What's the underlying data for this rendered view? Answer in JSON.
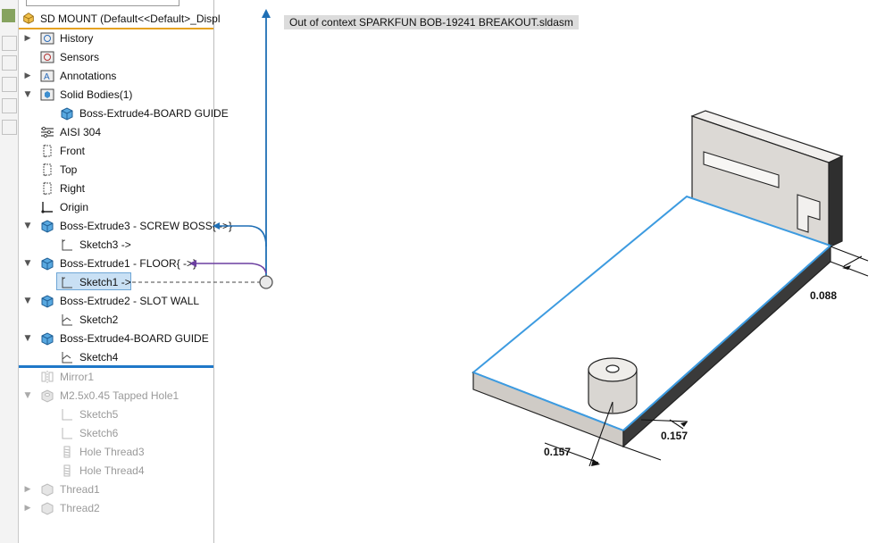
{
  "tree": {
    "root_label": "SD MOUNT  (Default<<Default>_Displ",
    "items": [
      {
        "label": "History"
      },
      {
        "label": "Sensors"
      },
      {
        "label": "Annotations"
      },
      {
        "label": "Solid Bodies(1)"
      },
      {
        "label": "Boss-Extrude4-BOARD GUIDE"
      },
      {
        "label": "AISI 304"
      },
      {
        "label": "Front"
      },
      {
        "label": "Top"
      },
      {
        "label": "Right"
      },
      {
        "label": "Origin"
      },
      {
        "label": "Boss-Extrude3 - SCREW BOSS{ ->}"
      },
      {
        "label": "Sketch3 ->"
      },
      {
        "label": "Boss-Extrude1 - FLOOR{ ->}"
      },
      {
        "label": "Sketch1 ->"
      },
      {
        "label": "Boss-Extrude2 - SLOT WALL"
      },
      {
        "label": "Sketch2"
      },
      {
        "label": "Boss-Extrude4-BOARD GUIDE"
      },
      {
        "label": "Sketch4"
      },
      {
        "label": "Mirror1"
      },
      {
        "label": "M2.5x0.45 Tapped Hole1"
      },
      {
        "label": "Sketch5"
      },
      {
        "label": "Sketch6"
      },
      {
        "label": "Hole Thread3"
      },
      {
        "label": "Hole Thread4"
      },
      {
        "label": "Thread1"
      },
      {
        "label": "Thread2"
      }
    ]
  },
  "viewport": {
    "context_banner": "Out of context SPARKFUN BOB-19241 BREAKOUT.sldasm",
    "dimensions": {
      "wall": "0.088",
      "front": "0.157",
      "side": "0.157"
    }
  },
  "colors": {
    "edge_highlight": "#3d9be0",
    "reference_arrow_blue": "#1f6fb5",
    "reference_arrow_purple": "#6b3fa0",
    "rollback_bar": "#1f78c8",
    "root_underline": "#e5a221"
  }
}
